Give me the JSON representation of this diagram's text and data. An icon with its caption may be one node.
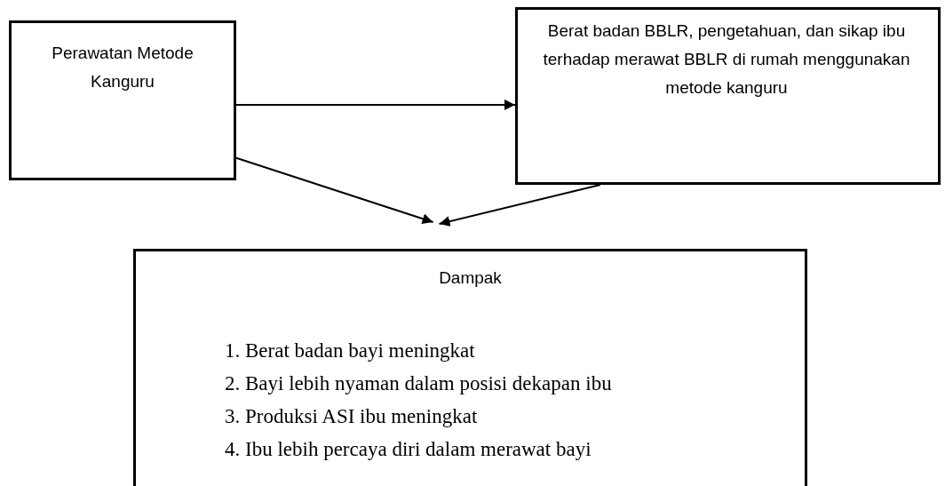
{
  "diagram": {
    "nodes": [
      {
        "text": [
          "Perawatan Metode Kanguru"
        ]
      },
      {
        "text": [
          "Berat badan BBLR, pengetahuan, dan sikap ibu terhadap merawat BBLR di rumah menggunakan metode kanguru"
        ]
      },
      {
        "text": [
          "Dampak",
          "1. Berat badan bayi meningkat",
          "2. Bayi lebih nyaman dalam posisi dekapan ibu",
          "3. Produksi ASI ibu meningkat",
          "4. Ibu lebih percaya diri dalam merawat bayi"
        ]
      }
    ],
    "edges": [
      {
        "from": 0,
        "to": 1,
        "arrow": "to"
      },
      {
        "from": 0,
        "to": 2,
        "arrow": "to"
      },
      {
        "from": 1,
        "to": 2,
        "arrow": "to"
      }
    ]
  }
}
